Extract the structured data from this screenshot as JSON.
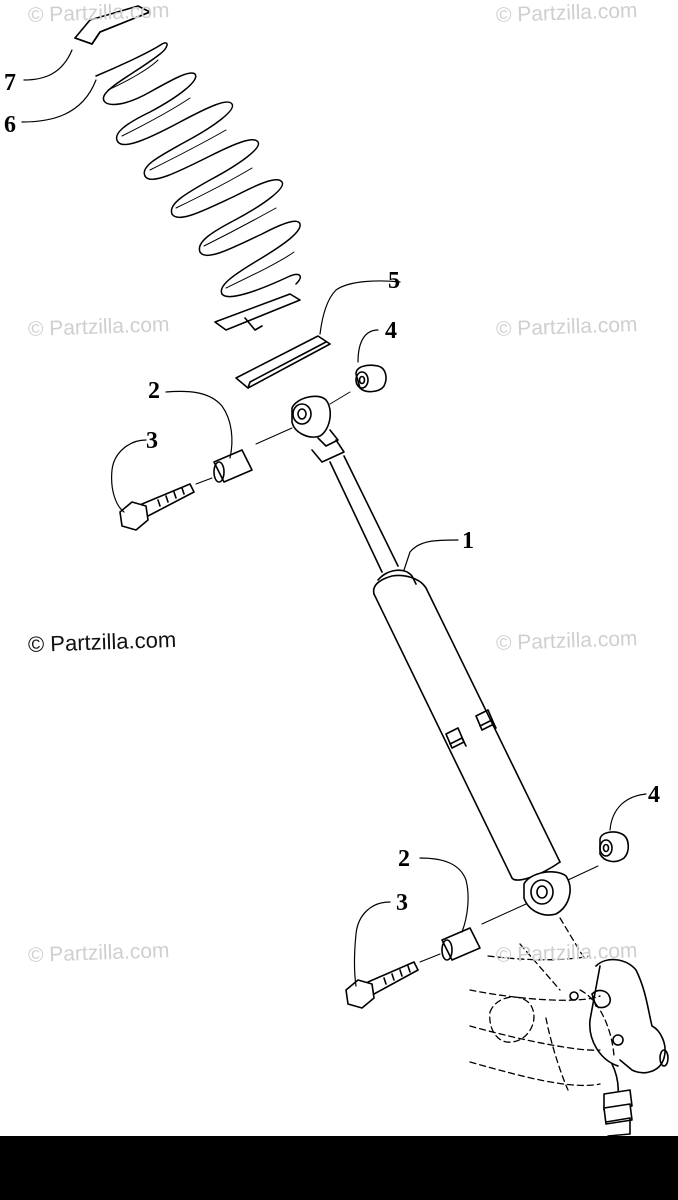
{
  "watermarks": [
    "© Partzilla.com",
    "© Partzilla.com",
    "© Partzilla.com",
    "© Partzilla.com",
    "© Partzilla.com",
    "© Partzilla.com",
    "© Partzilla.com",
    "© Partzilla.com"
  ],
  "callouts": {
    "shock": "1",
    "spacer_upper": "2",
    "bolt_upper": "3",
    "nut_upper": "4",
    "retainer": "5",
    "spring": "6",
    "cap": "7",
    "nut_lower": "4",
    "spacer_lower": "2",
    "bolt_lower": "3"
  },
  "colors": {
    "line": "#000000",
    "watermark": "#cfcfcf",
    "bar": "#000000"
  }
}
